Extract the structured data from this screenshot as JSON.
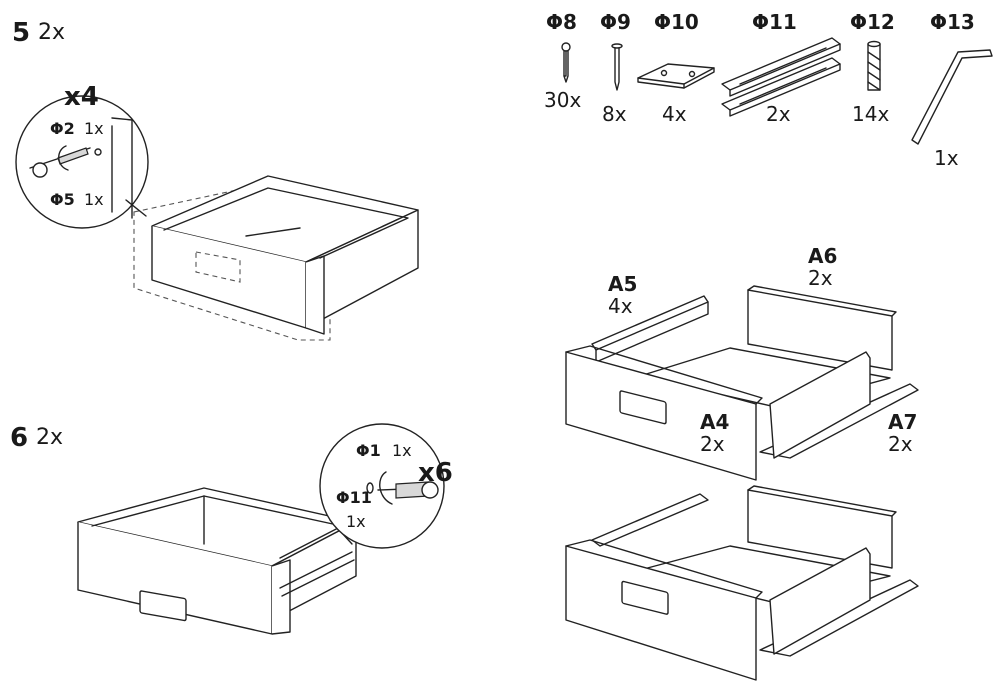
{
  "steps": [
    {
      "number": "5",
      "quantity": "2x"
    },
    {
      "number": "6",
      "quantity": "2x"
    }
  ],
  "parts": [
    {
      "code": "Φ8",
      "quantity": "30x",
      "icon": "nail-icon"
    },
    {
      "code": "Φ9",
      "quantity": "8x",
      "icon": "pin-icon"
    },
    {
      "code": "Φ10",
      "quantity": "4x",
      "icon": "plate-icon"
    },
    {
      "code": "Φ11",
      "quantity": "2x",
      "icon": "drawer-runner-icon"
    },
    {
      "code": "Φ12",
      "quantity": "14x",
      "icon": "dowel-icon"
    },
    {
      "code": "Φ13",
      "quantity": "1x",
      "icon": "allen-key-icon"
    }
  ],
  "step5_zoom": {
    "multiplier": "x4",
    "items": [
      {
        "code": "Φ2",
        "quantity": "1x"
      },
      {
        "code": "Φ5",
        "quantity": "1x"
      }
    ]
  },
  "step6_zoom": {
    "multiplier": "x6",
    "items": [
      {
        "code": "Φ1",
        "quantity": "1x"
      },
      {
        "code": "Φ11",
        "quantity": "1x"
      }
    ]
  },
  "boards": [
    {
      "code": "A5",
      "quantity": "4x"
    },
    {
      "code": "A6",
      "quantity": "2x"
    },
    {
      "code": "A4",
      "quantity": "2x"
    },
    {
      "code": "A7",
      "quantity": "2x"
    }
  ]
}
